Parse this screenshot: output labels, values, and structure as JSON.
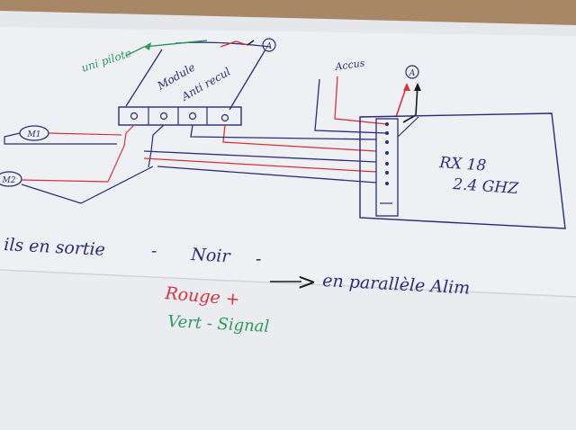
{
  "diagram": {
    "labels": {
      "pilot_input": "uni pilote",
      "connector_a_top": "A",
      "module": [
        "Module",
        "Anti recul"
      ],
      "battery": "Accus",
      "connector_a_right": "A",
      "motor_1": "M1",
      "motor_2": "M2",
      "receiver": [
        "RX 18",
        "2.4 GHZ"
      ]
    },
    "notes": {
      "line1": "ils en sortie",
      "dash1": "-",
      "noir": "Noir",
      "dash2": "-",
      "arrow": ">",
      "parallel": "en parallèle Alim",
      "rouge": "Rouge +",
      "vert": "Vert - Signal"
    },
    "colors": {
      "paper": "#f1f2f5",
      "ink_blue": "#2b2c7a",
      "ink_red": "#d8323c",
      "ink_green": "#2e9a5a",
      "ink_black": "#1a1a1a",
      "table": "#9a7a5e"
    }
  }
}
